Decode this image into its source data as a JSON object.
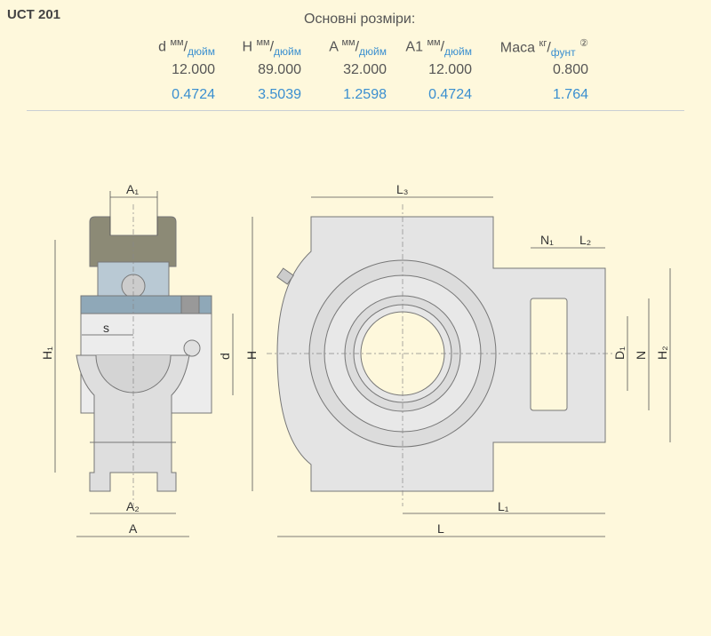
{
  "title": "UCT 201",
  "subtitle": "Основні розміри:",
  "columns": [
    {
      "name": "d",
      "unit_top": "мм",
      "unit_bottom": "дюйм",
      "mm": "12.000",
      "inch": "0.4724"
    },
    {
      "name": "H",
      "unit_top": "мм",
      "unit_bottom": "дюйм",
      "mm": "89.000",
      "inch": "3.5039"
    },
    {
      "name": "A",
      "unit_top": "мм",
      "unit_bottom": "дюйм",
      "mm": "32.000",
      "inch": "1.2598"
    },
    {
      "name": "A1",
      "unit_top": "мм",
      "unit_bottom": "дюйм",
      "mm": "12.000",
      "inch": "0.4724"
    },
    {
      "name": "Маса",
      "unit_top": "кг",
      "unit_bottom": "фунт",
      "mm": "0.800",
      "inch": "1.764",
      "note": "②"
    }
  ],
  "drawing": {
    "labels": {
      "A1": "A₁",
      "s": "s",
      "H1": "H₁",
      "d": "d",
      "H": "H",
      "A2": "A₂",
      "A": "A",
      "L3": "L₃",
      "N1": "N₁",
      "L2": "L₂",
      "D1": "D₁",
      "N": "N",
      "H2": "H₂",
      "L1": "L₁",
      "L": "L"
    }
  }
}
